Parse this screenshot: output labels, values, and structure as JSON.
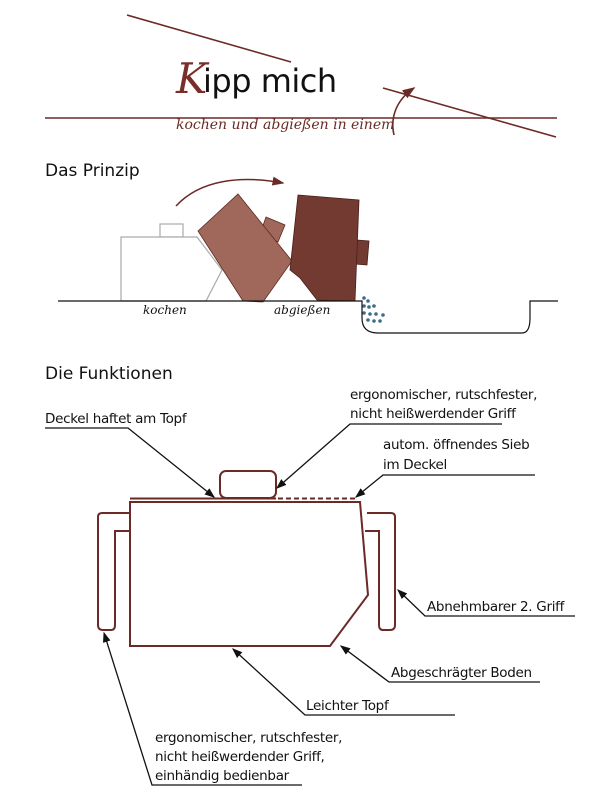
{
  "logo": {
    "initial": "K",
    "rest": "ipp mich",
    "tagline": "kochen und abgießen in einem"
  },
  "principle": {
    "heading": "Das Prinzip",
    "step_labels": [
      "kochen",
      "abgießen"
    ]
  },
  "functions": {
    "heading": "Die Funktionen",
    "callouts": {
      "lid": "Deckel haftet am Topf",
      "top_handle_1": "ergonomischer, rutschfester,",
      "top_handle_2": "nicht heißwerdender Griff",
      "sieve_1": "autom. öffnendes Sieb",
      "sieve_2": "im Deckel",
      "second_handle": "Abnehmbarer 2. Griff",
      "bevel": "Abgeschrägter Boden",
      "light": "Leichter Topf",
      "main_handle_1": "ergonomischer, rutschfester,",
      "main_handle_2": "nicht heißwerdender Griff,",
      "main_handle_3": "einhändig bedienbar"
    }
  },
  "colors": {
    "brand": "#6b2a26",
    "pot_light": "#a0685a",
    "pot_dark": "#733a32",
    "water": "#3f6b8a"
  }
}
